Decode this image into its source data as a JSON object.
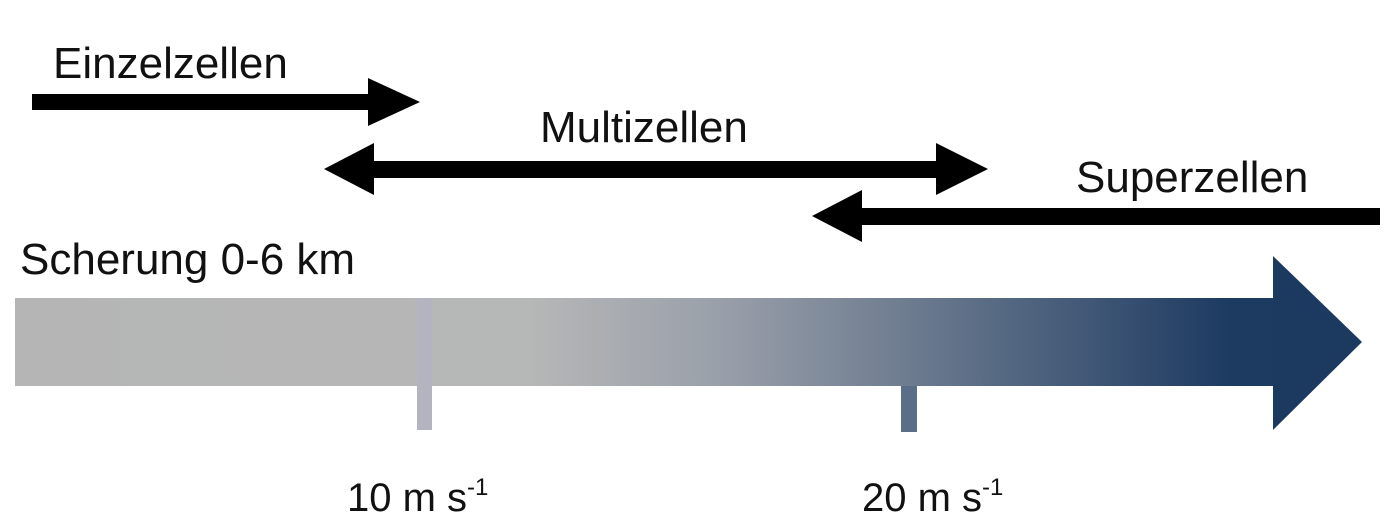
{
  "regimes": [
    {
      "label": "Einzelzellen",
      "direction": "right"
    },
    {
      "label": "Multizellen",
      "direction": "both"
    },
    {
      "label": "Superzellen",
      "direction": "left"
    }
  ],
  "axis": {
    "label": "Scherung 0-6 km",
    "gradient": {
      "start": "#b5b5b5",
      "mid": "#8a93a2",
      "end": "#1c3a60"
    },
    "ticks": [
      {
        "value": "10 m s",
        "exponent": "-1",
        "color": "#b4b4c0"
      },
      {
        "value": "20 m s",
        "exponent": "-1",
        "color": "#5a6e88"
      }
    ]
  }
}
